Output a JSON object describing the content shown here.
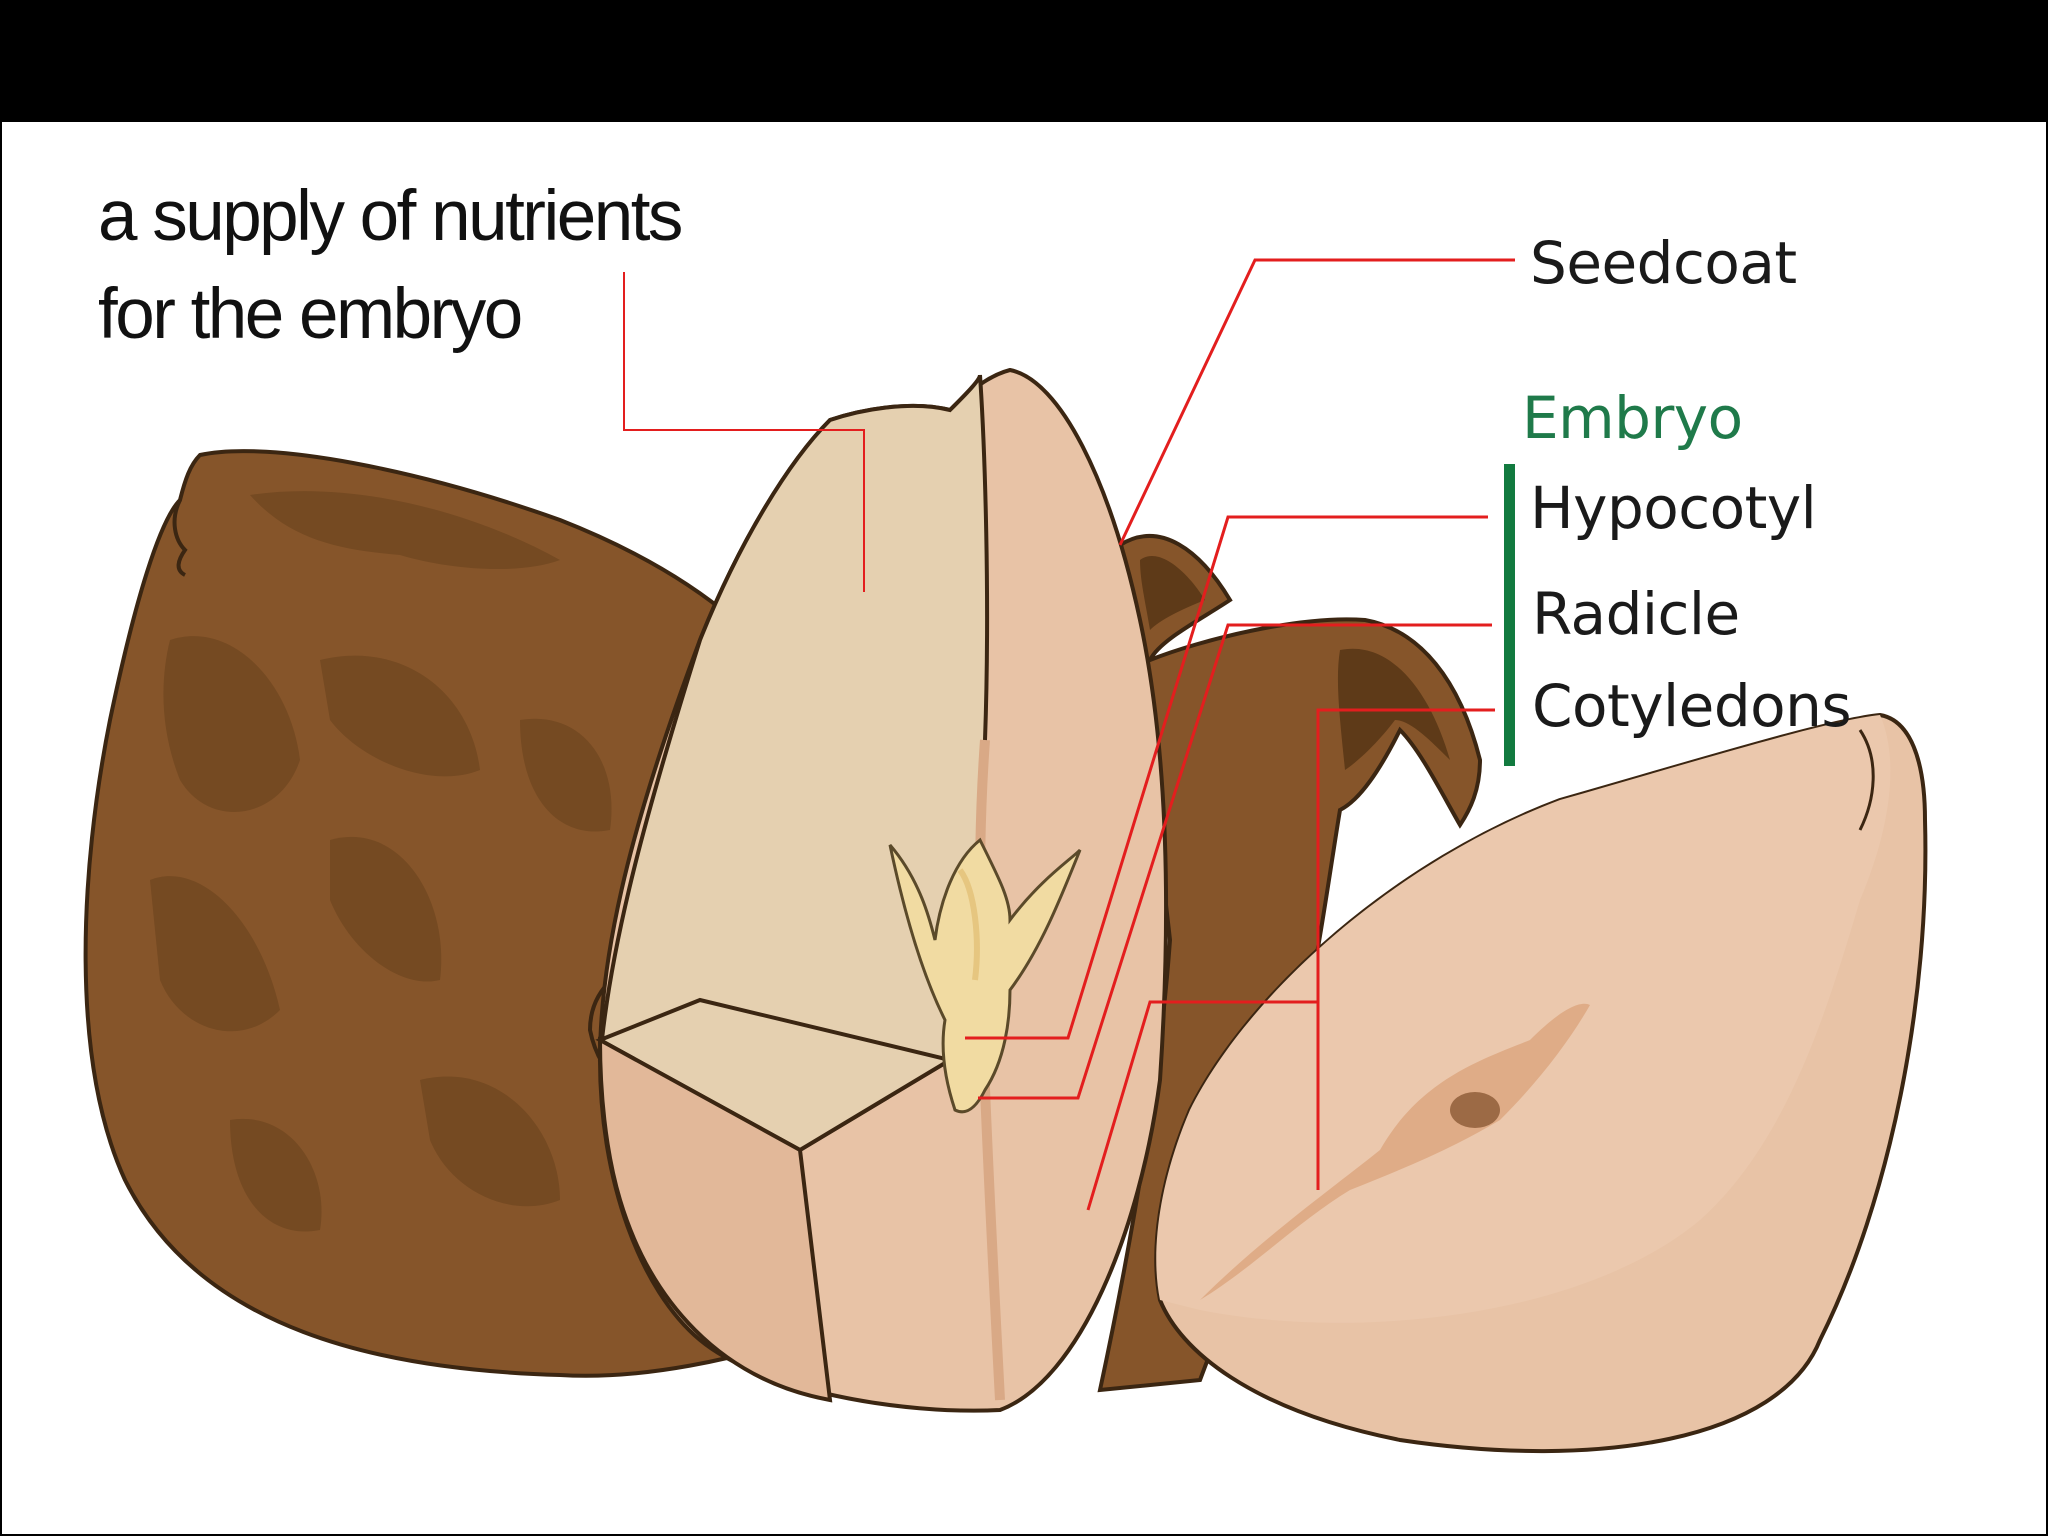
{
  "caption": {
    "line1": "a supply of nutrients",
    "line2": "for the embryo"
  },
  "labels": {
    "seedcoat": "Seedcoat",
    "embryo": "Embryo",
    "hypocotyl": "Hypocotyl",
    "radicle": "Radicle",
    "cotyledons": "Cotyledons"
  },
  "colors": {
    "leader_line": "#e31e1e",
    "embryo_heading": "#1f7a4a",
    "embryo_bracket": "#127a3f",
    "seedcoat": "#86552a",
    "cotyledon": "#e8c3a6",
    "endosperm": "#e5d0b0",
    "embryo_tissue": "#f1dba2",
    "frame": "#000000",
    "background": "#ffffff"
  },
  "icons": [
    "whole-seed",
    "seed-section-half",
    "cotyledon-half",
    "peeled-seedcoat"
  ]
}
